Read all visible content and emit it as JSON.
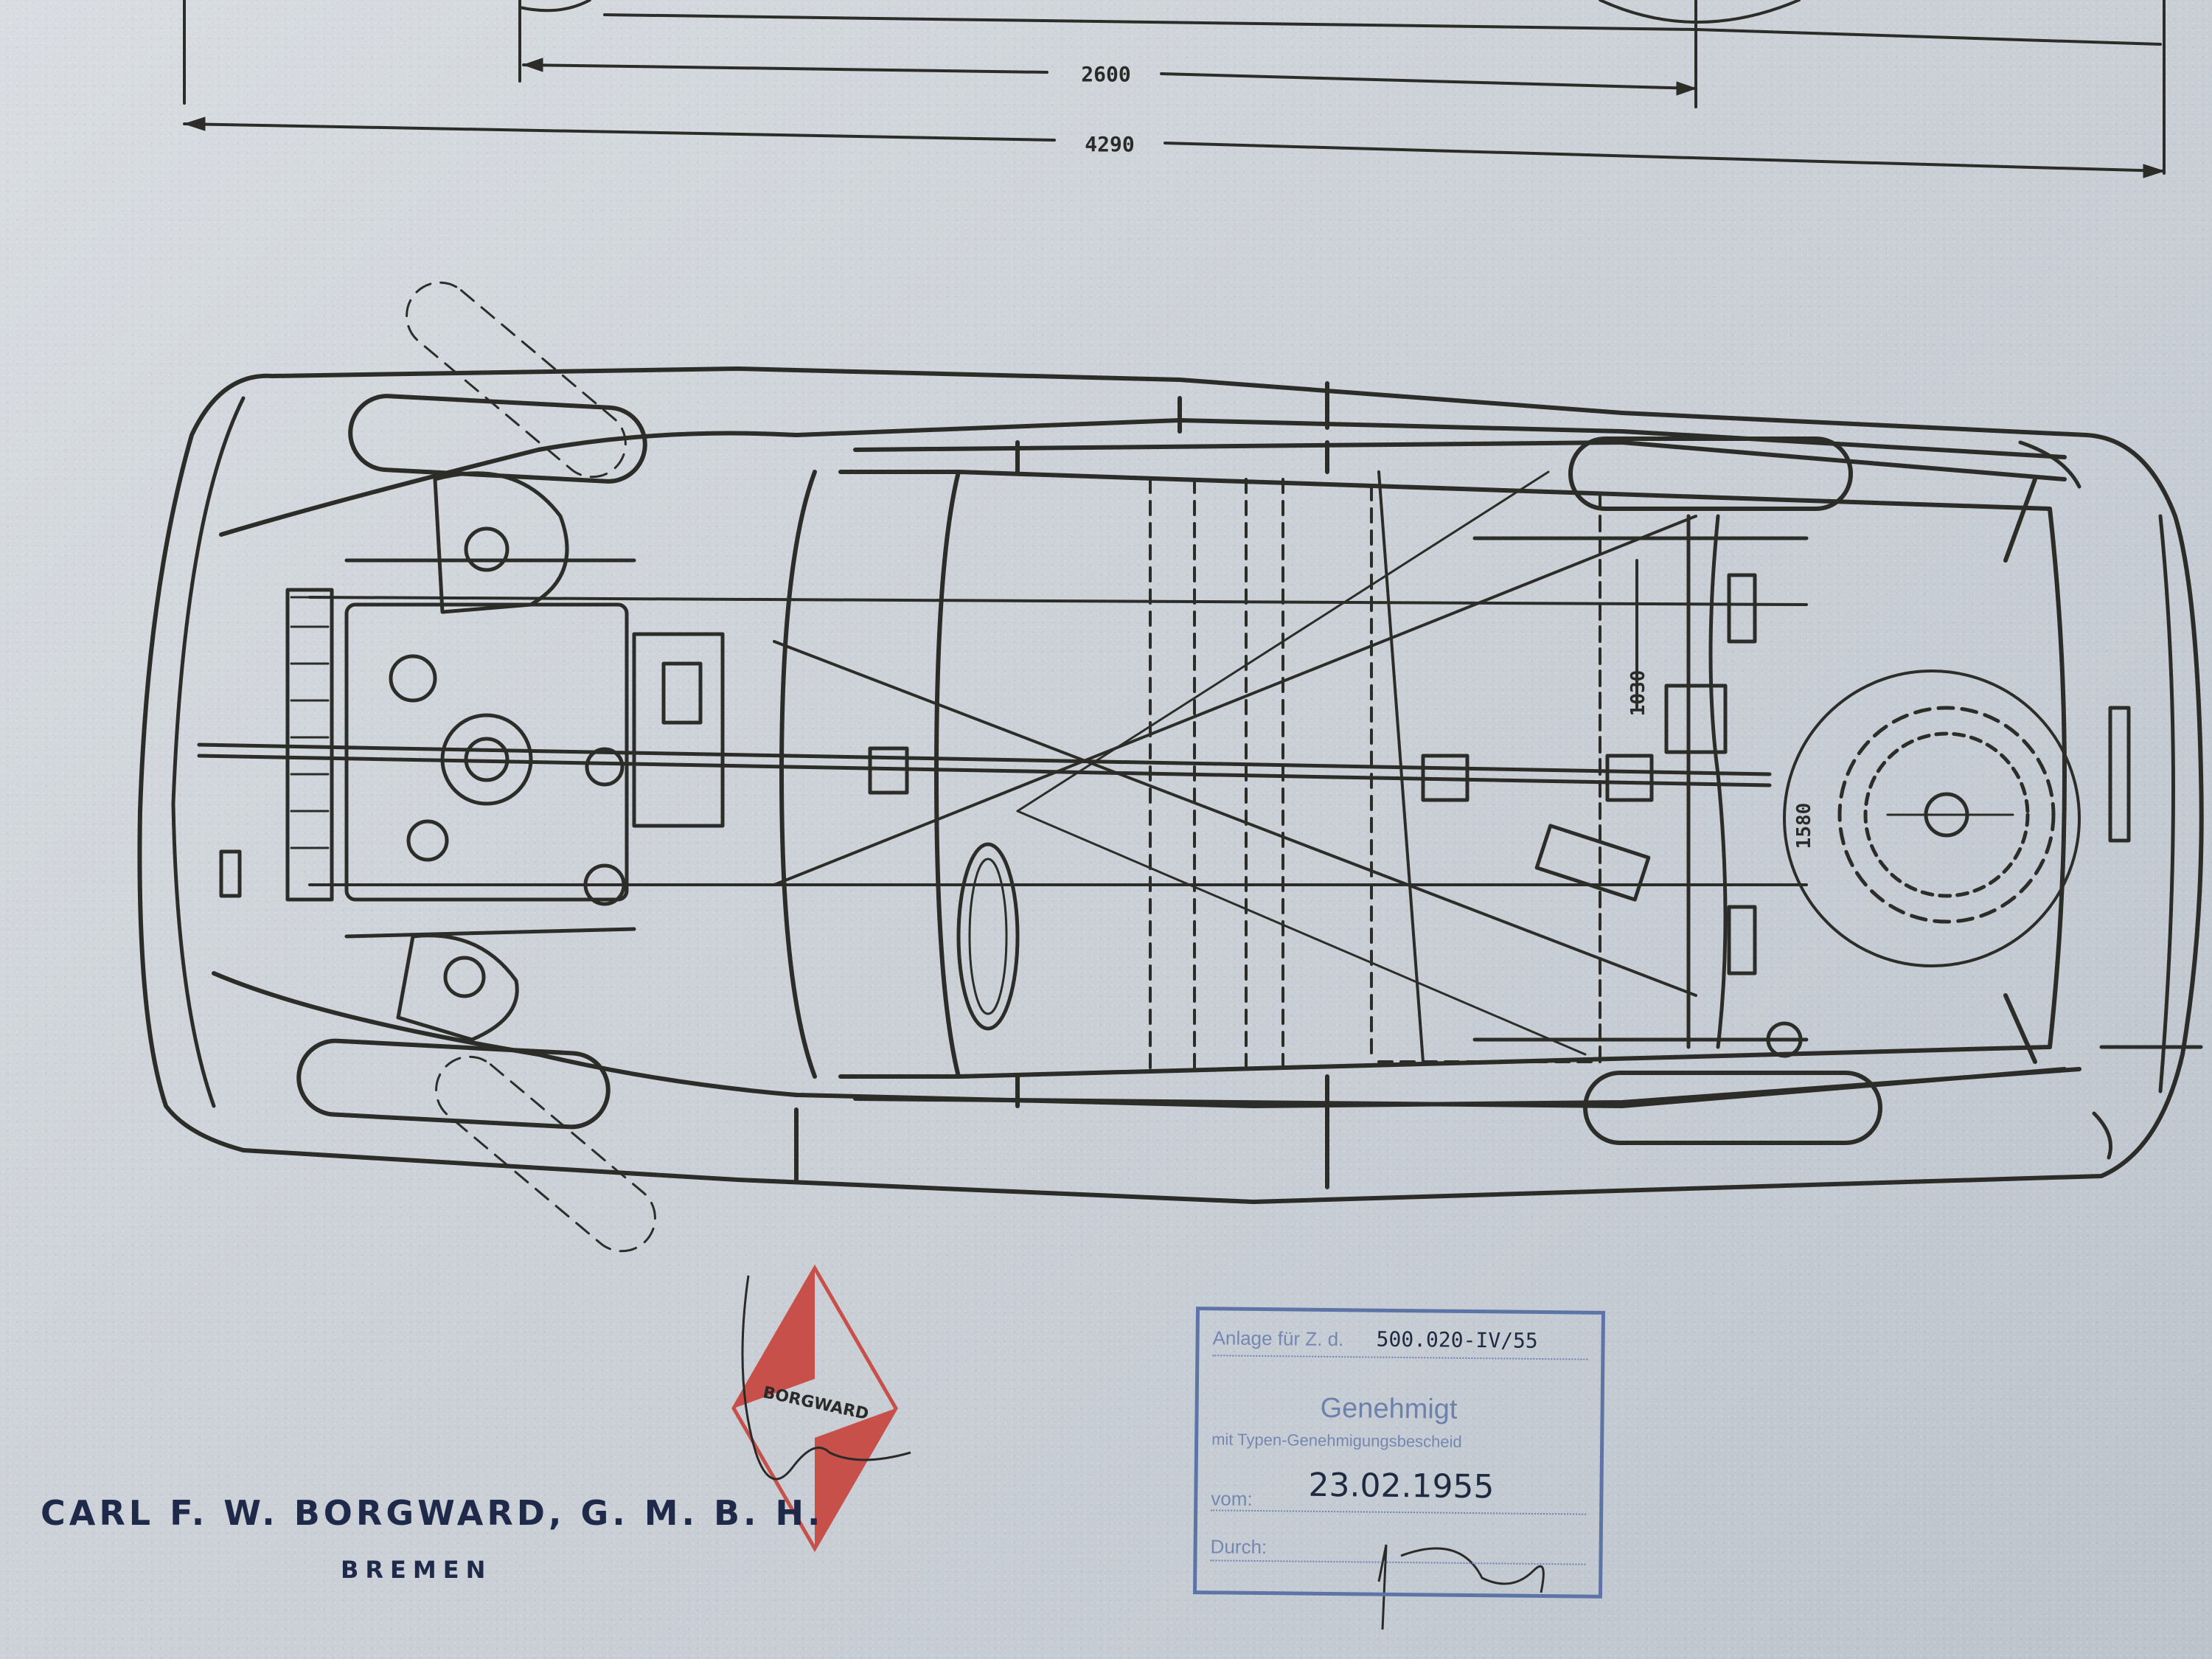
{
  "drawing": {
    "wheelbase_label": "2600",
    "length_label": "4290",
    "rear_track_label": "1030",
    "spare_label": "1580",
    "colors": {
      "ink": "#2c2d28",
      "logo_red": "#c8504a"
    }
  },
  "company": {
    "name": "CARL F. W. BORGWARD, G. M. B. H.",
    "city": "BREMEN",
    "logo_text": "BORGWARD"
  },
  "stamp": {
    "label_anlage": "Anlage für Z. d.",
    "reference": "500.020-IV/55",
    "title": "Genehmigt",
    "subtitle": "mit Typen-Genehmigungsbescheid",
    "label_vom": "vom:",
    "date": "23.02.1955",
    "label_durch": "Durch:",
    "colors": {
      "stamp_blue": "#5d74a6"
    }
  }
}
